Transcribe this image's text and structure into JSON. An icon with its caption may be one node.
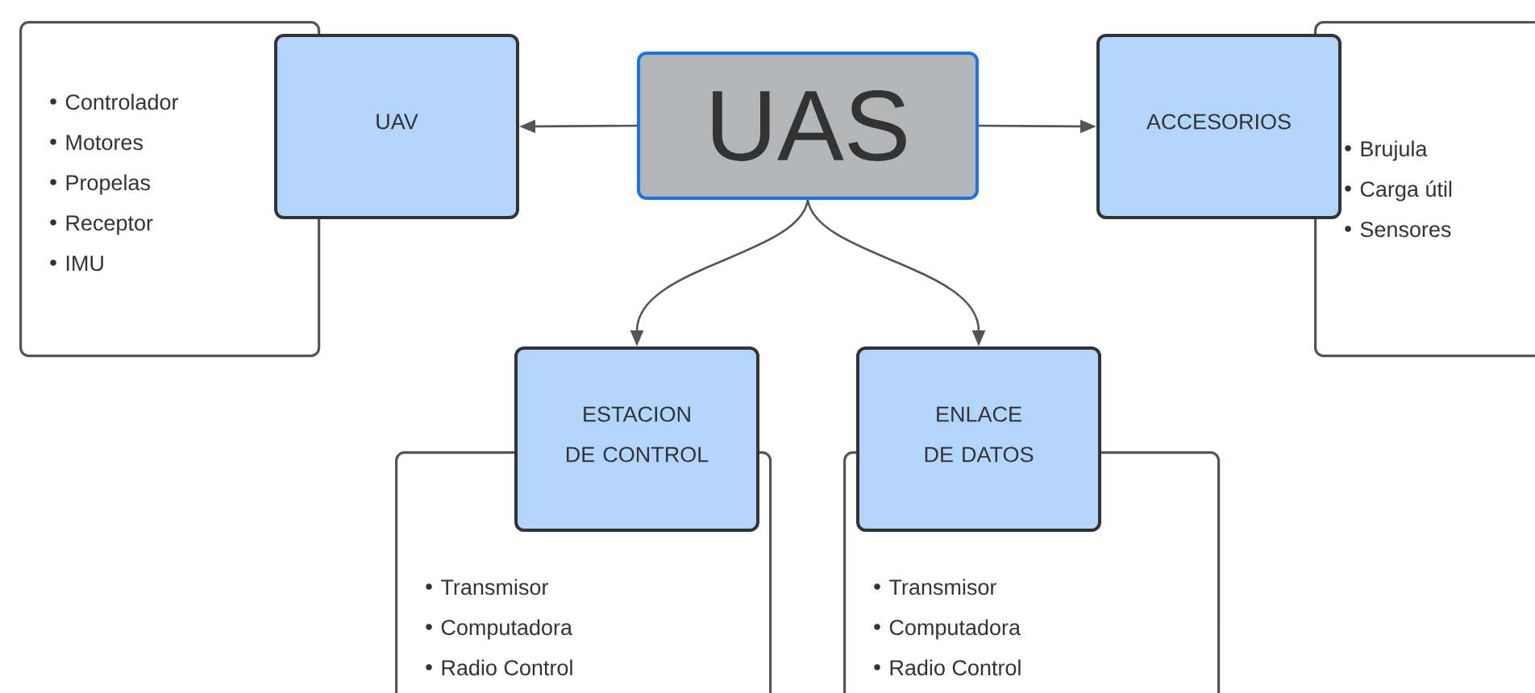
{
  "diagram": {
    "nodes": [
      {
        "text": [
          "Controlador",
          "Motores",
          "Propelas",
          "Receptor",
          "IMU"
        ]
      },
      {
        "text": [
          "UAV"
        ]
      },
      {
        "text": [
          "UAS"
        ]
      },
      {
        "text": [
          "ACCESORIOS"
        ]
      },
      {
        "text": [
          "Brujula",
          "Carga útil",
          "Sensores"
        ]
      },
      {
        "text": [
          "ESTACION DE CONTROL"
        ]
      },
      {
        "text": [
          "Transmisor",
          "Computadora",
          "Radio Control"
        ]
      },
      {
        "text": [
          "ENLACE DE DATOS"
        ]
      },
      {
        "text": [
          "Transmisor",
          "Computadora",
          "Radio Control"
        ]
      }
    ],
    "edges": [
      {
        "from": 2,
        "to": 1,
        "arrow": "to"
      },
      {
        "from": 2,
        "to": 3,
        "arrow": "to"
      },
      {
        "from": 2,
        "to": 5,
        "arrow": "to"
      },
      {
        "from": 2,
        "to": 7,
        "arrow": "to"
      }
    ]
  }
}
